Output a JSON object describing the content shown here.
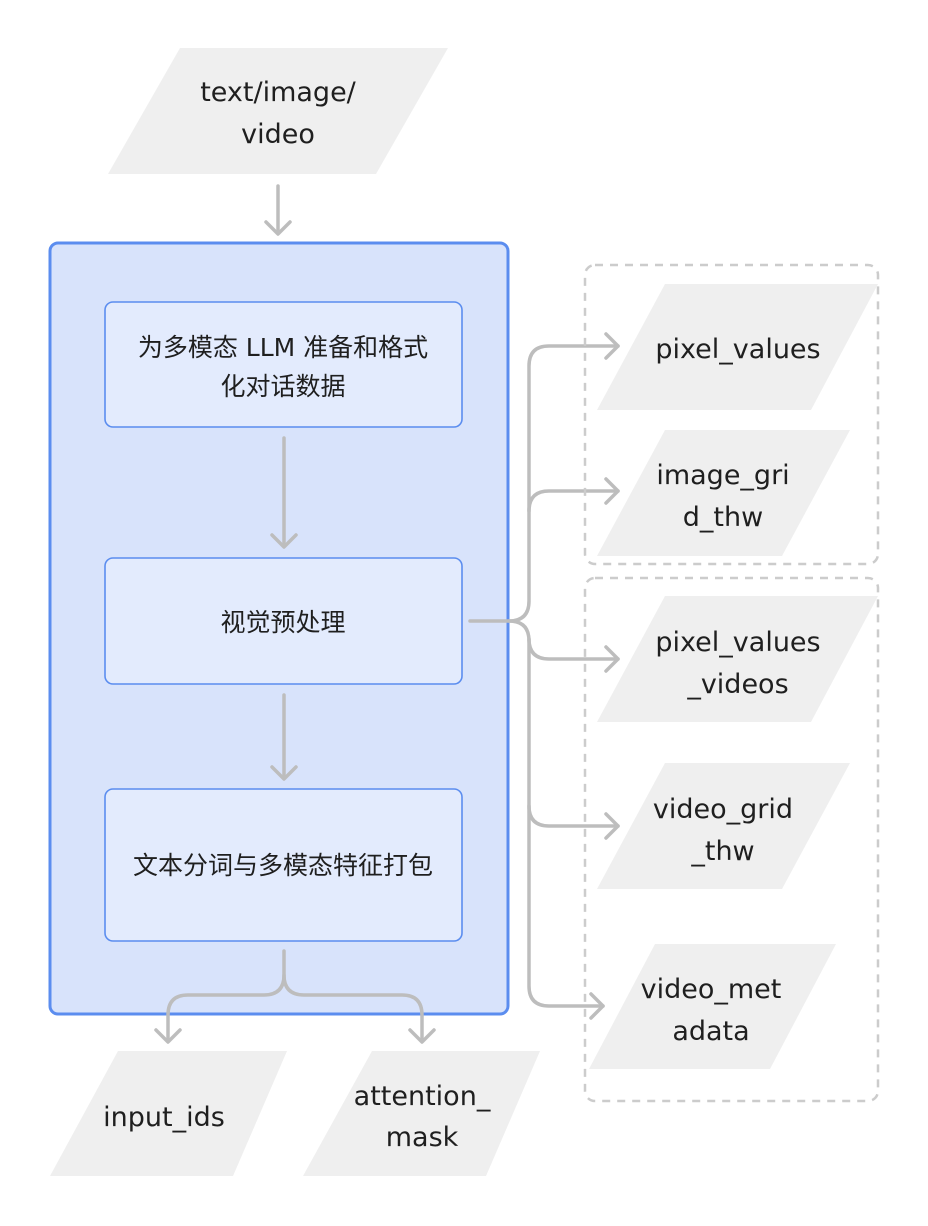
{
  "input": {
    "line1": "text/image/",
    "line2": "video"
  },
  "steps": [
    {
      "line1": "为多模态 LLM 准备和格式",
      "line2": "化对话数据"
    },
    {
      "line1": "视觉预处理"
    },
    {
      "line1": "文本分词与多模态特征打包"
    }
  ],
  "image_outputs": [
    {
      "line1": "pixel_values"
    },
    {
      "line1": "image_gri",
      "line2": "d_thw"
    }
  ],
  "video_outputs": [
    {
      "line1": "pixel_values",
      "line2": "_videos"
    },
    {
      "line1": "video_grid",
      "line2": "_thw"
    },
    {
      "line1": "video_met",
      "line2": "adata"
    }
  ],
  "text_outputs": [
    {
      "line1": "input_ids"
    },
    {
      "line1": "attention_",
      "line2": "mask"
    }
  ],
  "colors": {
    "container_fill": "#d8e3fb",
    "container_border": "#5b8def",
    "step_fill": "#e3ebfd",
    "step_border": "#5b8def",
    "parallelogram_fill": "#efefef",
    "arrow": "#bdbdbd",
    "dashed_group": "#cccccc"
  }
}
